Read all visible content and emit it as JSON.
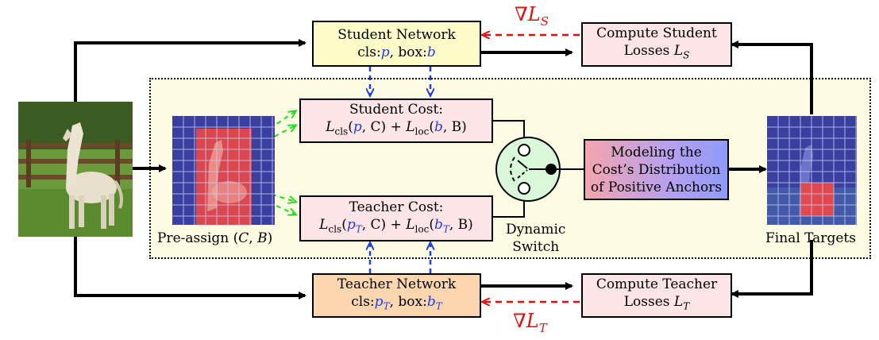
{
  "student_network": {
    "title": "Student Network",
    "outputs_prefix": "cls:",
    "p": "p",
    "sep": ", box:",
    "b": "b"
  },
  "teacher_network": {
    "title": "Teacher Network",
    "outputs_prefix": "cls:",
    "p": "p",
    "p_sub": "T",
    "sep": ", box:",
    "b": "b",
    "b_sub": "T"
  },
  "compute_student": {
    "line1": "Compute Student",
    "line2": "Losses ",
    "var": "L",
    "var_sub": "S"
  },
  "compute_teacher": {
    "line1": "Compute Teacher",
    "line2": "Losses ",
    "var": "L",
    "var_sub": "T"
  },
  "grad_student": {
    "symbol": "∇L",
    "sub": "S"
  },
  "grad_teacher": {
    "symbol": "∇L",
    "sub": "T"
  },
  "student_cost": {
    "title": "Student Cost:",
    "cls_L": "L",
    "cls_sub": "cls",
    "cls_p": "p",
    "cls_rest": ", C) + ",
    "loc_L": "L",
    "loc_sub": "loc",
    "loc_b": "b",
    "loc_rest": ", B)"
  },
  "teacher_cost": {
    "title": "Teacher Cost:",
    "cls_L": "L",
    "cls_sub": "cls",
    "cls_p": "p",
    "cls_p_sub": "T",
    "cls_rest": ", C) + ",
    "loc_L": "L",
    "loc_sub": "loc",
    "loc_b": "b",
    "loc_b_sub": "T",
    "loc_rest": ", B)"
  },
  "modeling": {
    "line1": "Modeling the",
    "line2": "Cost’s Distribution",
    "line3": "of Positive Anchors"
  },
  "dynamic_switch": {
    "line1": "Dynamic",
    "line2": "Switch"
  },
  "pre_assign": {
    "text": "Pre-assign (",
    "C": "C",
    "comma": ", ",
    "B": "B",
    "close": ")"
  },
  "final_targets": {
    "label": "Final Targets"
  },
  "colors": {
    "student_net_fill": "#fdfbc8",
    "teacher_net_fill": "#fbd6ae",
    "pink_fill": "#fde4e6",
    "region_fill": "#fdfbe1",
    "blue_arrow": "#1f3fe6",
    "red_arrow": "#e01010",
    "green_arrow": "#22dd22",
    "switch_fill": "#d9f8d9"
  }
}
